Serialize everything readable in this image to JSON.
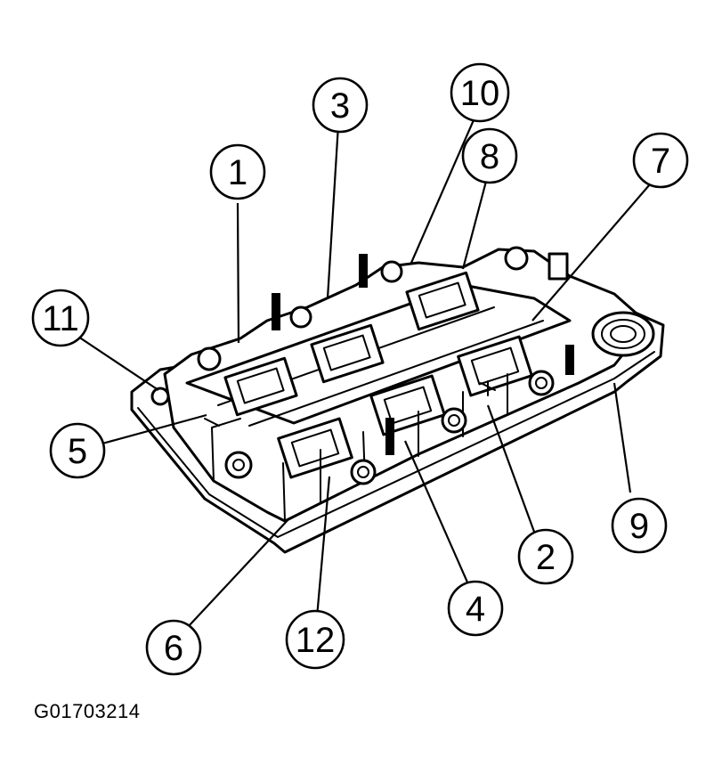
{
  "figure": {
    "code": "G01703214"
  },
  "callouts": [
    {
      "id": "1",
      "label": "1"
    },
    {
      "id": "2",
      "label": "2"
    },
    {
      "id": "3",
      "label": "3"
    },
    {
      "id": "4",
      "label": "4"
    },
    {
      "id": "5",
      "label": "5"
    },
    {
      "id": "6",
      "label": "6"
    },
    {
      "id": "7",
      "label": "7"
    },
    {
      "id": "8",
      "label": "8"
    },
    {
      "id": "9",
      "label": "9"
    },
    {
      "id": "10",
      "label": "10"
    },
    {
      "id": "11",
      "label": "11"
    },
    {
      "id": "12",
      "label": "12"
    }
  ],
  "colors": {
    "ink": "#000000",
    "background": "#ffffff"
  }
}
